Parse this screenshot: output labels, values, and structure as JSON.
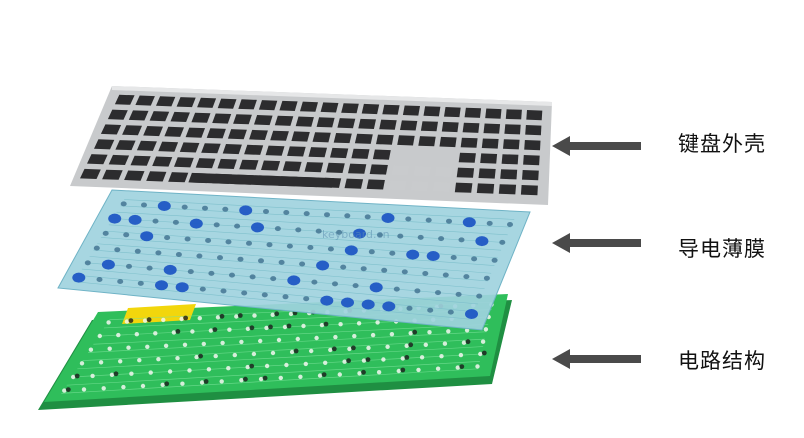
{
  "labels": [
    {
      "text": "键盘外壳",
      "layer": "keyboard-shell"
    },
    {
      "text": "导电薄膜",
      "layer": "conductive-membrane"
    },
    {
      "text": "电路结构",
      "layer": "circuit-board"
    }
  ],
  "watermark": "keyboard.cn",
  "colors": {
    "keyboard_body": "#c8cacc",
    "key_dark": "#2c2c2e",
    "key_light": "#c9cbcd",
    "membrane": "#9fd2de",
    "membrane_dot": "#1f57c4",
    "pcb": "#2fbe5b",
    "pcb_strip": "#f2d60c",
    "arrow": "#4a4a4a"
  }
}
